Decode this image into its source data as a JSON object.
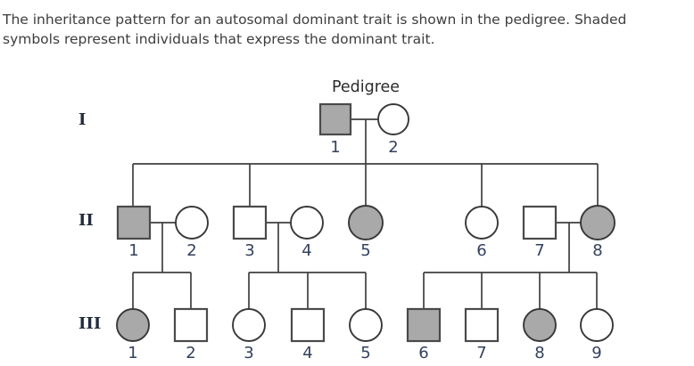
{
  "question": {
    "description_line1": "The inheritance pattern for an autosomal dominant trait is shown in the pedigree. Shaded",
    "description_line2": "symbols represent individuals that express the dominant trait."
  },
  "pedigree": {
    "title": "Pedigree",
    "generation_labels": [
      "I",
      "II",
      "III"
    ],
    "individuals": [
      {
        "id": "I-1",
        "generation": "I",
        "label": "1",
        "shape": "square",
        "sex": "male",
        "affected": true
      },
      {
        "id": "I-2",
        "generation": "I",
        "label": "2",
        "shape": "circle",
        "sex": "female",
        "affected": false
      },
      {
        "id": "II-1",
        "generation": "II",
        "label": "1",
        "shape": "square",
        "sex": "male",
        "affected": true
      },
      {
        "id": "II-2",
        "generation": "II",
        "label": "2",
        "shape": "circle",
        "sex": "female",
        "affected": false
      },
      {
        "id": "II-3",
        "generation": "II",
        "label": "3",
        "shape": "square",
        "sex": "male",
        "affected": false
      },
      {
        "id": "II-4",
        "generation": "II",
        "label": "4",
        "shape": "circle",
        "sex": "female",
        "affected": false
      },
      {
        "id": "II-5",
        "generation": "II",
        "label": "5",
        "shape": "circle",
        "sex": "female",
        "affected": true
      },
      {
        "id": "II-6",
        "generation": "II",
        "label": "6",
        "shape": "circle",
        "sex": "female",
        "affected": false
      },
      {
        "id": "II-7",
        "generation": "II",
        "label": "7",
        "shape": "square",
        "sex": "male",
        "affected": false
      },
      {
        "id": "II-8",
        "generation": "II",
        "label": "8",
        "shape": "circle",
        "sex": "female",
        "affected": true
      },
      {
        "id": "III-1",
        "generation": "III",
        "label": "1",
        "shape": "circle",
        "sex": "female",
        "affected": true
      },
      {
        "id": "III-2",
        "generation": "III",
        "label": "2",
        "shape": "square",
        "sex": "male",
        "affected": false
      },
      {
        "id": "III-3",
        "generation": "III",
        "label": "3",
        "shape": "circle",
        "sex": "female",
        "affected": false
      },
      {
        "id": "III-4",
        "generation": "III",
        "label": "4",
        "shape": "square",
        "sex": "male",
        "affected": false
      },
      {
        "id": "III-5",
        "generation": "III",
        "label": "5",
        "shape": "circle",
        "sex": "female",
        "affected": false
      },
      {
        "id": "III-6",
        "generation": "III",
        "label": "6",
        "shape": "square",
        "sex": "male",
        "affected": true
      },
      {
        "id": "III-7",
        "generation": "III",
        "label": "7",
        "shape": "square",
        "sex": "male",
        "affected": false
      },
      {
        "id": "III-8",
        "generation": "III",
        "label": "8",
        "shape": "circle",
        "sex": "female",
        "affected": true
      },
      {
        "id": "III-9",
        "generation": "III",
        "label": "9",
        "shape": "circle",
        "sex": "female",
        "affected": false
      }
    ],
    "couples": [
      {
        "partners": [
          "I-1",
          "I-2"
        ],
        "children": [
          "II-1",
          "II-3",
          "II-5",
          "II-6",
          "II-8"
        ]
      },
      {
        "partners": [
          "II-1",
          "II-2"
        ],
        "children": [
          "III-1",
          "III-2"
        ]
      },
      {
        "partners": [
          "II-3",
          "II-4"
        ],
        "children": [
          "III-3",
          "III-4",
          "III-5"
        ]
      },
      {
        "partners": [
          "II-7",
          "II-8"
        ],
        "children": [
          "III-6",
          "III-7",
          "III-8",
          "III-9"
        ]
      }
    ],
    "colors": {
      "affected_fill": "#a9a9a9",
      "unaffected_fill": "#ffffff",
      "line": "#3f3f3f",
      "number_text": "#33415c"
    }
  }
}
